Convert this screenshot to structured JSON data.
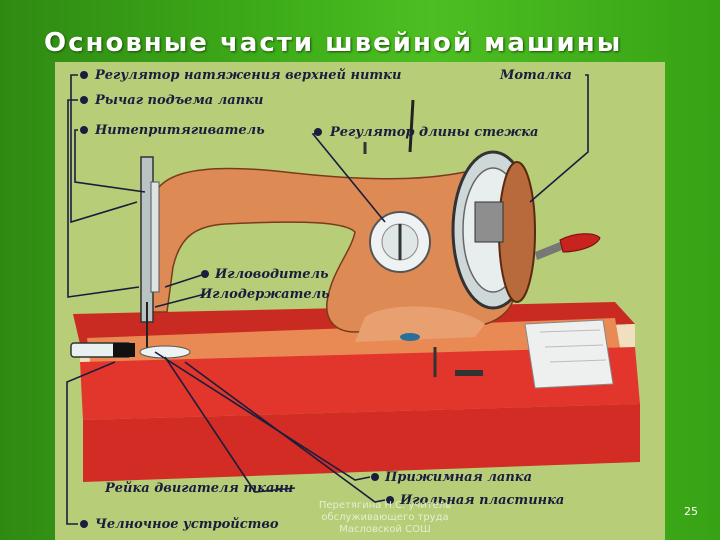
{
  "slide": {
    "title": "Основные части швейной машины",
    "page_number": "25",
    "footer": "Перетягина Н.С. учитель обслуживающего труда Масловской СОШ"
  },
  "labels": {
    "tension_regulator": "Регулятор натяжения верхней нитки",
    "foot_lever": "Рычаг подъема лапки",
    "thread_take_up": "Нитепритягиватель",
    "bobbin_winder": "Моталка",
    "stitch_regulator": "Регулятор длины стежка",
    "needle_bar": "Игловодитель",
    "needle_holder": "Иглодержатель",
    "presser_foot": "Прижимная лапка",
    "feed_dog": "Рейка двигателя ткани",
    "needle_plate": "Игольная пластинка",
    "shuttle": "Челночное устройство"
  },
  "colors": {
    "slide_background": "#3fae1a",
    "poster_background": "#b7cd78",
    "machine_body": "#dd8a55",
    "base_box": "#e2352c",
    "label_text": "#1b1d3e",
    "handle": "#c8231e"
  }
}
